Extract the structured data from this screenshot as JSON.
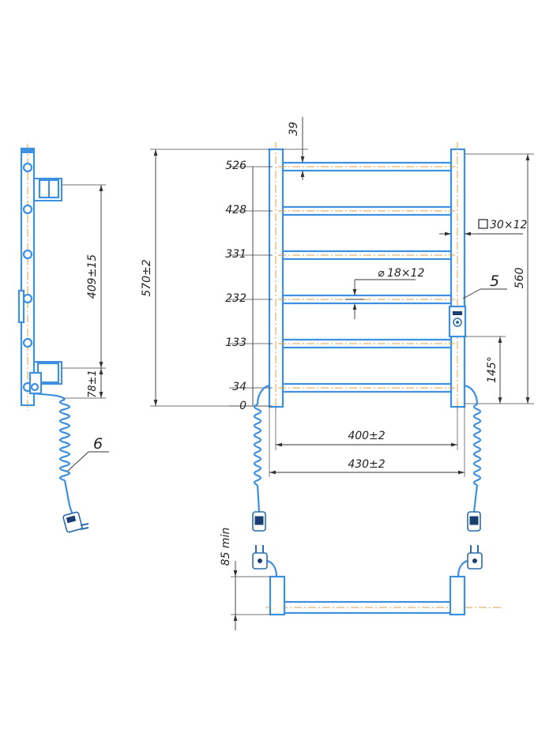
{
  "side_view": {
    "dim_409": "409±15",
    "dim_78": "78±1",
    "callout_6": "6"
  },
  "front_view": {
    "dim_39": "39",
    "level_526": "526",
    "level_428": "428",
    "level_331": "331",
    "level_232": "232",
    "level_133": "133",
    "level_34": "34",
    "level_0": "0",
    "dim_570": "570±2",
    "dim_560": "560",
    "dim_square": "30×12",
    "dim_diameter": "18×12",
    "callout_5": "5",
    "dim_145": "145°",
    "dim_400": "400±2",
    "dim_430": "430±2"
  },
  "bottom_view": {
    "dim_85": "85 min"
  },
  "colors": {
    "tube_stroke": "#3d8fe0",
    "axis_line": "#d8a24a",
    "dimension_line": "#333333"
  }
}
